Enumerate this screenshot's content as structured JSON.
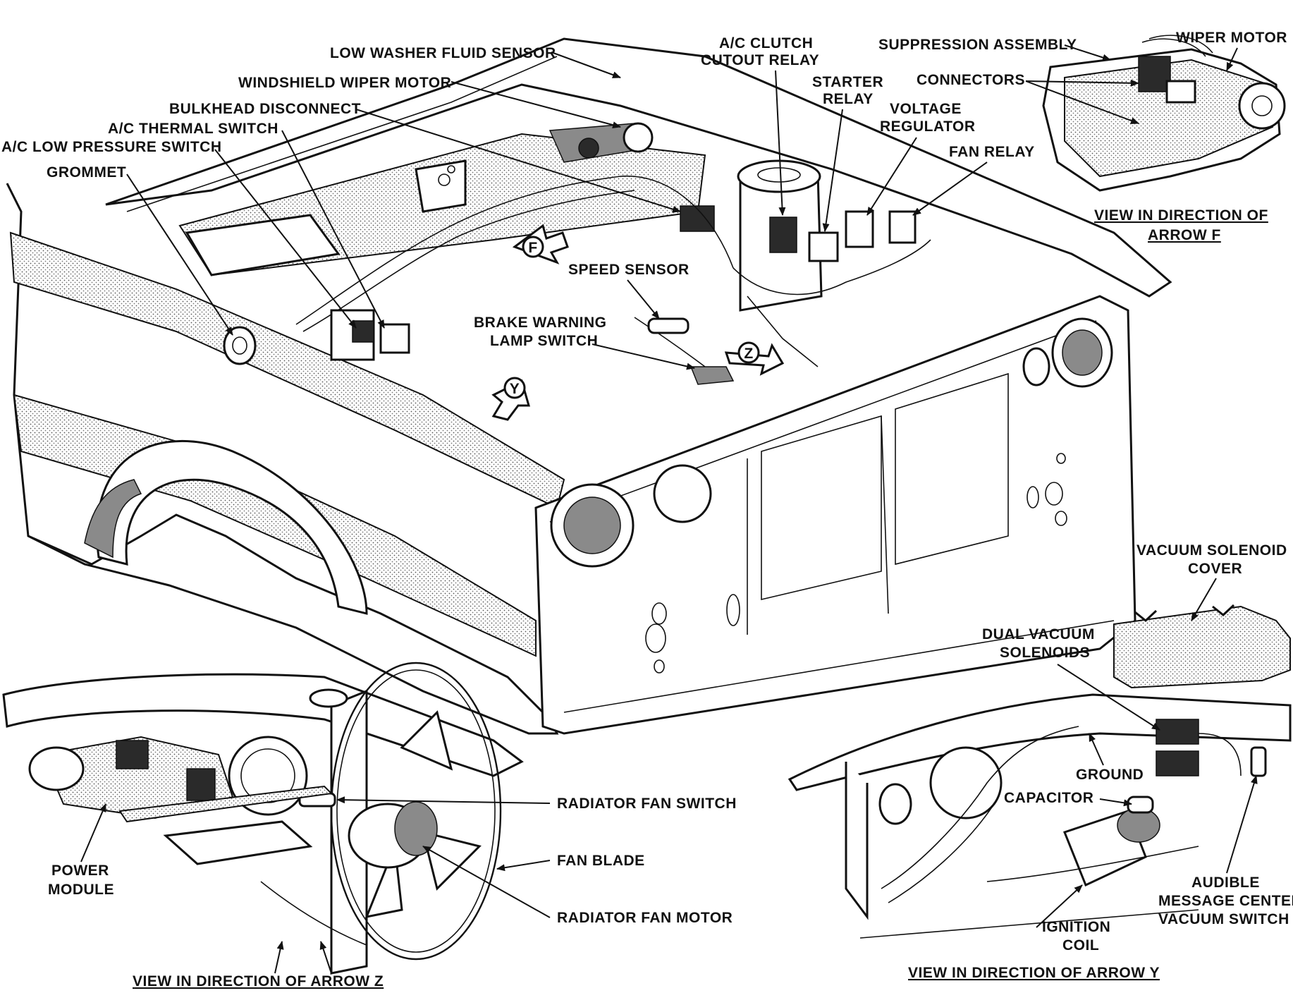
{
  "labels": {
    "low_washer_fluid_sensor": "LOW WASHER FLUID SENSOR",
    "windshield_wiper_motor": "WINDSHIELD WIPER MOTOR",
    "bulkhead_disconnect": "BULKHEAD DISCONNECT",
    "ac_thermal_switch": "A/C THERMAL SWITCH",
    "ac_low_pressure_switch": "A/C LOW PRESSURE SWITCH",
    "grommet": "GROMMET",
    "ac_clutch_cutout_relay_1": "A/C CLUTCH",
    "ac_clutch_cutout_relay_2": "CUTOUT RELAY",
    "starter_relay_1": "STARTER",
    "starter_relay_2": "RELAY",
    "voltage_regulator_1": "VOLTAGE",
    "voltage_regulator_2": "REGULATOR",
    "fan_relay": "FAN RELAY",
    "speed_sensor": "SPEED SENSOR",
    "brake_warning_lamp_switch_1": "BRAKE WARNING",
    "brake_warning_lamp_switch_2": "LAMP SWITCH",
    "suppression_assembly": "SUPPRESSION ASSEMBLY",
    "wiper_motor": "WIPER MOTOR",
    "connectors": "CONNECTORS",
    "view_arrow_f_1": "VIEW IN DIRECTION OF",
    "view_arrow_f_2": "ARROW F",
    "vacuum_solenoid_cover_1": "VACUUM SOLENOID",
    "vacuum_solenoid_cover_2": "COVER",
    "dual_vacuum_solenoids_1": "DUAL VACUUM",
    "dual_vacuum_solenoids_2": "SOLENOIDS",
    "ground": "GROUND",
    "capacitor": "CAPACITOR",
    "audible_1": "AUDIBLE",
    "audible_2": "MESSAGE CENTER",
    "audible_3": "VACUUM SWITCH",
    "ignition_coil_1": "IGNITION",
    "ignition_coil_2": "COIL",
    "view_arrow_y": "VIEW IN DIRECTION OF ARROW Y",
    "radiator_fan_switch": "RADIATOR FAN SWITCH",
    "fan_blade": "FAN BLADE",
    "radiator_fan_motor": "RADIATOR FAN MOTOR",
    "power_module_1": "POWER",
    "power_module_2": "MODULE",
    "view_arrow_z": "VIEW IN DIRECTION OF ARROW Z"
  },
  "arrows": {
    "f": "F",
    "y": "Y",
    "z": "Z"
  },
  "colors": {
    "ink": "#111111",
    "paper": "#ffffff"
  }
}
